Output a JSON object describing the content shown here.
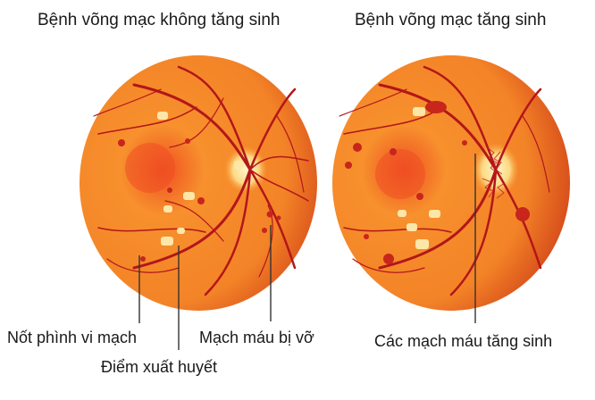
{
  "diagram": {
    "left_panel": {
      "title": "Bệnh võng mạc không tăng sinh",
      "labels": {
        "microaneurysm": "Nốt phình vi mạch",
        "hemorrhage": "Điểm xuất huyết",
        "ruptured_vessel": "Mạch máu bị vỡ"
      }
    },
    "right_panel": {
      "title": "Bệnh võng mạc tăng sinh",
      "labels": {
        "neovascularization": "Các mạch máu tăng sinh"
      }
    },
    "colors": {
      "retina_outer": "#e2571c",
      "retina_inner": "#f7902d",
      "vessel": "#b3161a",
      "exudate": "#fde7a8",
      "hemorrhage": "#c8251d"
    }
  }
}
